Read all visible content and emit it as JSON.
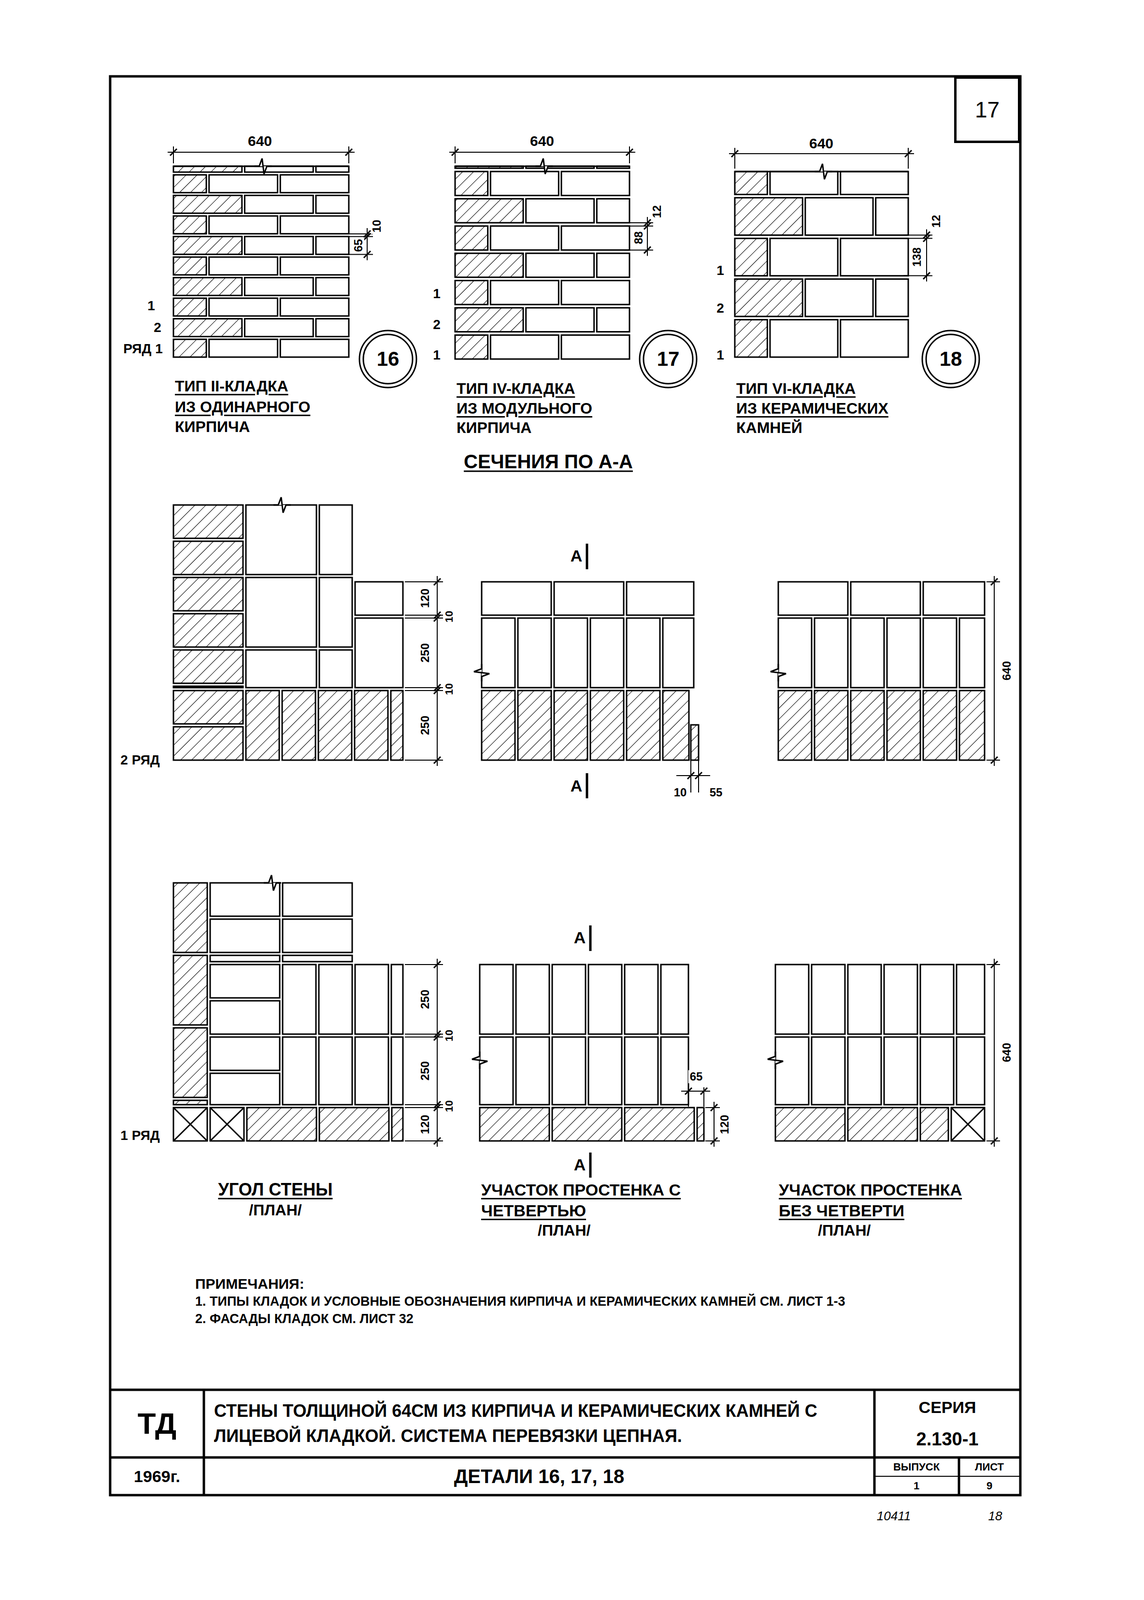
{
  "diagram": {
    "nodes": [
      {
        "text": [
          "17"
        ]
      },
      {
        "text": [
          "16"
        ]
      },
      {
        "text": [
          "17"
        ]
      },
      {
        "text": [
          "18"
        ]
      }
    ],
    "labels": [
      "640",
      "640",
      "640",
      "65",
      "10",
      "88",
      "12",
      "138",
      "12",
      "1",
      "2",
      "РЯД 1",
      "1",
      "2",
      "1",
      "1",
      "2",
      "1",
      "ТИП II-КЛАДКА",
      "ИЗ ОДИНАРНОГО",
      "КИРПИЧА",
      "ТИП IV-КЛАДКА",
      "ИЗ МОДУЛЬНОГО",
      "КИРПИЧА",
      "ТИП VI-КЛАДКА",
      "ИЗ КЕРАМИЧЕСКИХ",
      "КАМНЕЙ",
      "СЕЧЕНИЯ ПО А-А",
      "120",
      "10",
      "250",
      "10",
      "250",
      "2 РЯД",
      "А",
      "А",
      "10",
      "55",
      "640",
      "250",
      "10",
      "250",
      "10",
      "120",
      "1 РЯД",
      "А",
      "А",
      "65",
      "120",
      "640",
      "УГОЛ СТЕНЫ",
      "/ПЛАН/",
      "УЧАСТОК ПРОСТЕНКА С",
      "ЧЕТВЕРТЬЮ",
      "/ПЛАН/",
      "УЧАСТОК ПРОСТЕНКА",
      "БЕЗ ЧЕТВЕРТИ",
      "/ПЛАН/",
      "ПРИМЕЧАНИЯ:",
      "1. ТИПЫ КЛАДОК И УСЛОВНЫЕ ОБОЗНАЧЕНИЯ КИРПИЧА И КЕРАМИЧЕСКИХ КАМНЕЙ СМ. ЛИСТ 1-3",
      "2. ФАСАДЫ КЛАДОК СМ. ЛИСТ 32",
      "ТД",
      "СТЕНЫ ТОЛЩИНОЙ 64СМ ИЗ КИРПИЧА И КЕРАМИЧЕСКИХ КАМНЕЙ С ЛИЦЕВОЙ КЛАДКОЙ. СИСТЕМА ПЕРЕВЯЗКИ ЦЕПНАЯ.",
      "1969г.",
      "ДЕТАЛИ 16, 17, 18",
      "СЕРИЯ",
      "2.130-1",
      "ВЫПУСК",
      "1",
      "ЛИСТ",
      "9",
      "10411",
      "18"
    ]
  }
}
